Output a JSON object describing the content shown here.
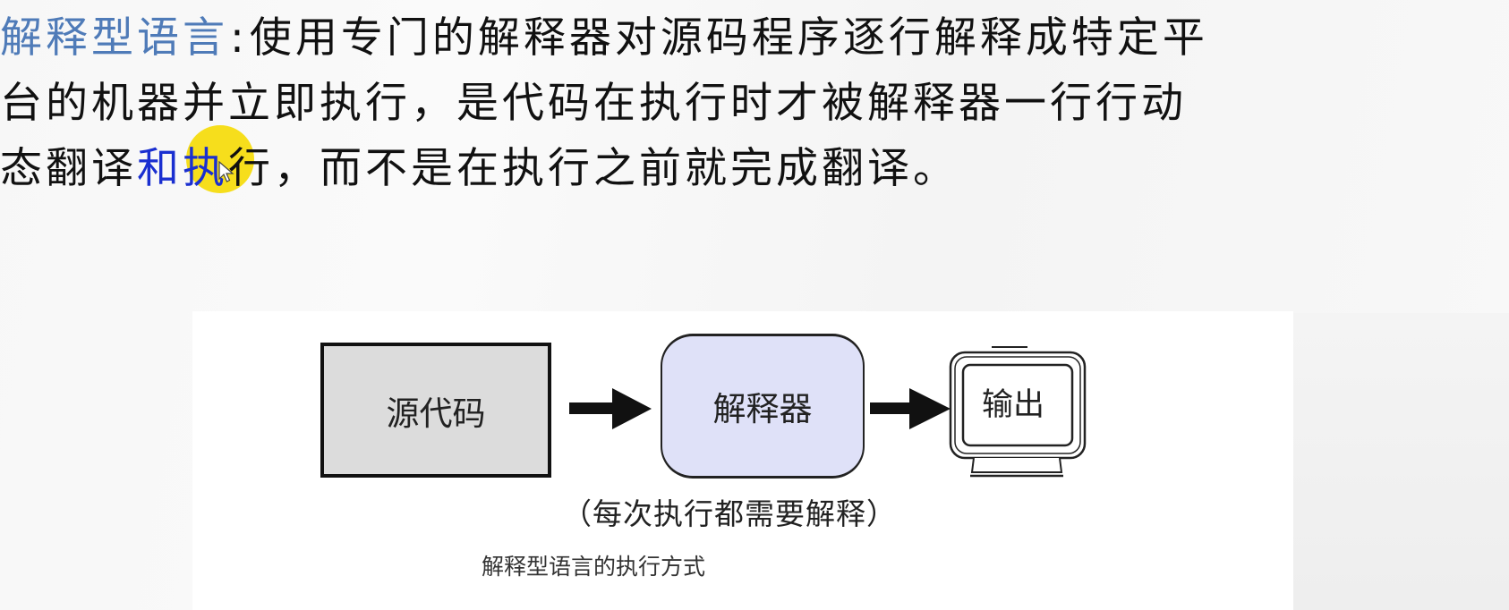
{
  "slide": {
    "term": "解释型语言",
    "colon": ":",
    "definition_line1": "使用专门的解释器对源码程序逐行解释成特定平",
    "definition_line2": "台的机器并立即执行，是代码在执行时才被解释器一行行动",
    "definition_line3_pre": "态翻译",
    "definition_line3_hl": "和执",
    "definition_line3_post": "行，而不是在执行之前就完成翻译。"
  },
  "figure": {
    "source_box_label": "源代码",
    "interpreter_box_label": "解释器",
    "output_label": "输出",
    "note": "（每次执行都需要解释）",
    "caption": "解释型语言的执行方式",
    "colors": {
      "source_fill": "#dcdcdc",
      "interpreter_fill": "#dfe1f8",
      "term_color": "#4f7bb8",
      "highlight_color": "#f5dc10"
    }
  },
  "icons": {
    "arrow_1": "right-arrow",
    "arrow_2": "right-arrow",
    "output": "monitor",
    "pointer": "mouse-cursor"
  }
}
